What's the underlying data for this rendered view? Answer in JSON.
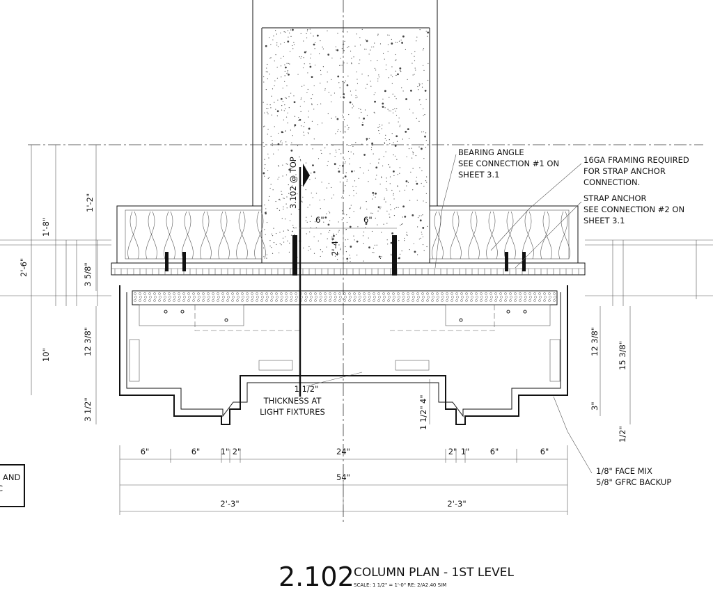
{
  "title": {
    "number": "2.102",
    "name": "COLUMN PLAN - 1ST LEVEL",
    "scale": "SCALE:   1 1/2\" = 1'-0\"   RE:  2/A2.40 SIM"
  },
  "section_marker": "3.102 @ TOP",
  "notes": {
    "bearing_angle": [
      "BEARING ANGLE",
      "SEE CONNECTION #1 ON",
      "SHEET 3.1"
    ],
    "framing": [
      "16GA FRAMING REQUIRED",
      "FOR STRAP ANCHOR",
      "CONNECTION."
    ],
    "strap_anchor": [
      "STRAP ANCHOR",
      "SEE CONNECTION #2 ON",
      "SHEET 3.1"
    ],
    "thickness": [
      "1 1/2\"",
      "THICKNESS AT",
      "LIGHT FIXTURES"
    ],
    "face_mix": [
      "1/8\" FACE MIX",
      "5/8\" GFRC BACKUP"
    ],
    "cut_box": [
      "AND",
      "C"
    ]
  },
  "dimensions": {
    "left": [
      "1'-8\"",
      "2'-6\"",
      "1'-2\"",
      "3 5/8\"",
      "10\"",
      "12 3/8\"",
      "3 1/2\""
    ],
    "right": [
      "12 3/8\"",
      "15 3/8\"",
      "3\"",
      "1/2\""
    ],
    "center": [
      "6\"",
      "6\"",
      "2'-4\"",
      "4\"",
      "1 1/2\""
    ],
    "bottom_row": [
      "6\"",
      "6\"",
      "1\"",
      "2\"",
      "24\"",
      "2\"",
      "1\"",
      "6\"",
      "6\""
    ],
    "overall": "54\"",
    "halves": [
      "2'-3\"",
      "2'-3\""
    ]
  }
}
